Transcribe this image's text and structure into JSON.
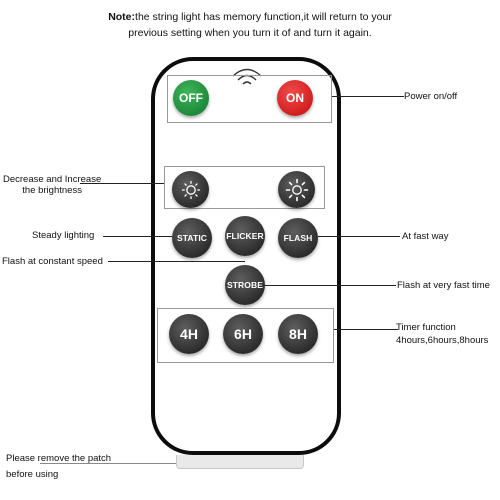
{
  "note": {
    "prefix": "Note:",
    "line1": "the string light has memory function,it will return to your",
    "line2": "previous setting when you turn it of and turn it again."
  },
  "buttons": {
    "off": "OFF",
    "on": "ON",
    "static": "STATIC",
    "flicker": "FLICKER",
    "flash": "FLASH",
    "strobe": "STROBE",
    "timer_4h": "4H",
    "timer_6h": "6H",
    "timer_8h": "8H"
  },
  "icons": {
    "brightness_down": "sun-dim-icon",
    "brightness_up": "sun-bright-icon",
    "signal": "ir-signal-icon"
  },
  "labels": {
    "power": "Power on/off",
    "brightness_line1": "Decrease and Increase",
    "brightness_line2": "the brightness",
    "steady": "Steady lighting",
    "flash_constant": "Flash at constant speed",
    "fast": "At fast way",
    "very_fast": "Flash at very fast time",
    "timer_line1": "Timer function",
    "timer_line2": "4hours,6hours,8hours",
    "patch_line1": "Please remove the patch",
    "patch_line2": "before using"
  },
  "colors": {
    "off_button": "#1f8a3a",
    "on_button": "#d21f1f",
    "dark_button": "#2d2d2d"
  }
}
